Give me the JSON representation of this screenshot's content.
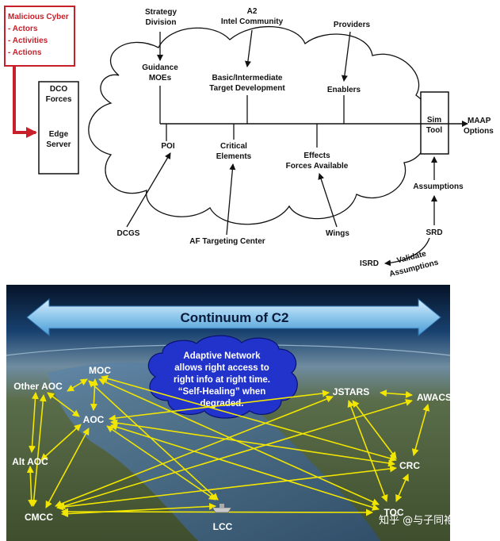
{
  "top": {
    "malicious": {
      "title": "Malicious Cyber",
      "items": [
        "-  Actors",
        "-  Activities",
        "-  Actions"
      ]
    },
    "dco": [
      "DCO",
      "Forces"
    ],
    "edge": [
      "Edge",
      "Server"
    ],
    "strategy": [
      "Strategy",
      "Division"
    ],
    "a2": [
      "A2",
      "Intel Community"
    ],
    "providers": "Providers",
    "guidance": [
      "Guidance",
      "MOEs"
    ],
    "target_dev": [
      "Basic/Intermediate",
      "Target Development"
    ],
    "enablers": "Enablers",
    "sim_tool": [
      "Sim",
      "Tool"
    ],
    "maap": [
      "MAAP",
      "Options"
    ],
    "poi": "POI",
    "critical": [
      "Critical",
      "Elements"
    ],
    "effects": [
      "Effects",
      "Forces Available"
    ],
    "assumptions": "Assumptions",
    "dcgs": "DCGS",
    "af_targeting": "AF Targeting Center",
    "wings": "Wings",
    "srd": "SRD",
    "isrd": "ISRD",
    "validate": "Validate",
    "validate_assumptions": "Assumptions"
  },
  "bottom": {
    "banner": "Continuum of C2",
    "cloud": [
      "Adaptive Network",
      "allows right access to",
      "right info at right time.",
      "“Self-Healing” when",
      "degraded."
    ],
    "nodes": {
      "moc": "MOC",
      "other_aoc": "Other AOC",
      "aoc": "AOC",
      "alt_aoc": "Alt AOC",
      "cmcc": "CMCC",
      "lcc": "LCC",
      "jstars": "JSTARS",
      "awacs": "AWACS",
      "crc": "CRC",
      "toc": "TOC"
    },
    "watermark": "知乎 @与子同袍"
  },
  "colors": {
    "red": "#c8202a",
    "arrow_yellow": "#f2e600",
    "cloud_blue": "#2233cc",
    "banner_blue": "#9ccfee"
  }
}
